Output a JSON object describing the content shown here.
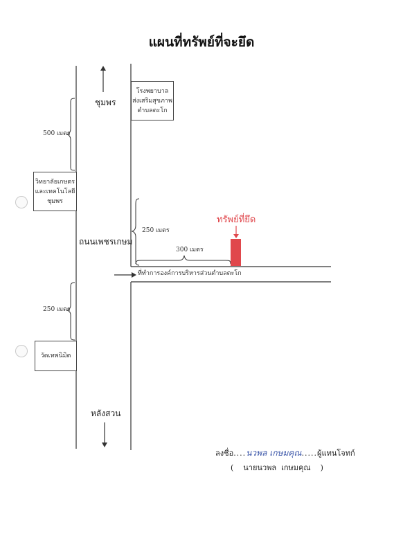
{
  "document": {
    "title": "แผนที่ทรัพย์ที่จะยึด"
  },
  "places": {
    "hospital_lines": [
      "โรงพยาบาล",
      "ส่งเสริมสุขภาพ",
      "ตำบลตะโก"
    ],
    "college_lines": [
      "วิทยาลัยเกษตร",
      "และเทคโนโลยี",
      "ชุมพร"
    ],
    "temple": "วัดเทพนิมิต",
    "north": "ชุมพร",
    "south": "หลังสวน",
    "road": "ถนนเพชรเกษม",
    "office": "ที่ทำการองค์การบริหารส่วนตำบลตะโก",
    "seized_property": "ทรัพย์ที่ยึด"
  },
  "distances": {
    "north_span": "500 เมตร",
    "side_road_to_property": "250 เมตร",
    "along_side_road": "300 เมตร",
    "south_span": "250 เมตร"
  },
  "signature": {
    "prefix": "ลงชื่อ",
    "handwritten": "นวพล เกษมคุณ",
    "suffix": "ผู้แทนโจทก์",
    "printed_name": "(    นายนวพล  เกษมคุณ    )"
  },
  "colors": {
    "seized_marker": "#e0474c",
    "lines": "#333333"
  }
}
